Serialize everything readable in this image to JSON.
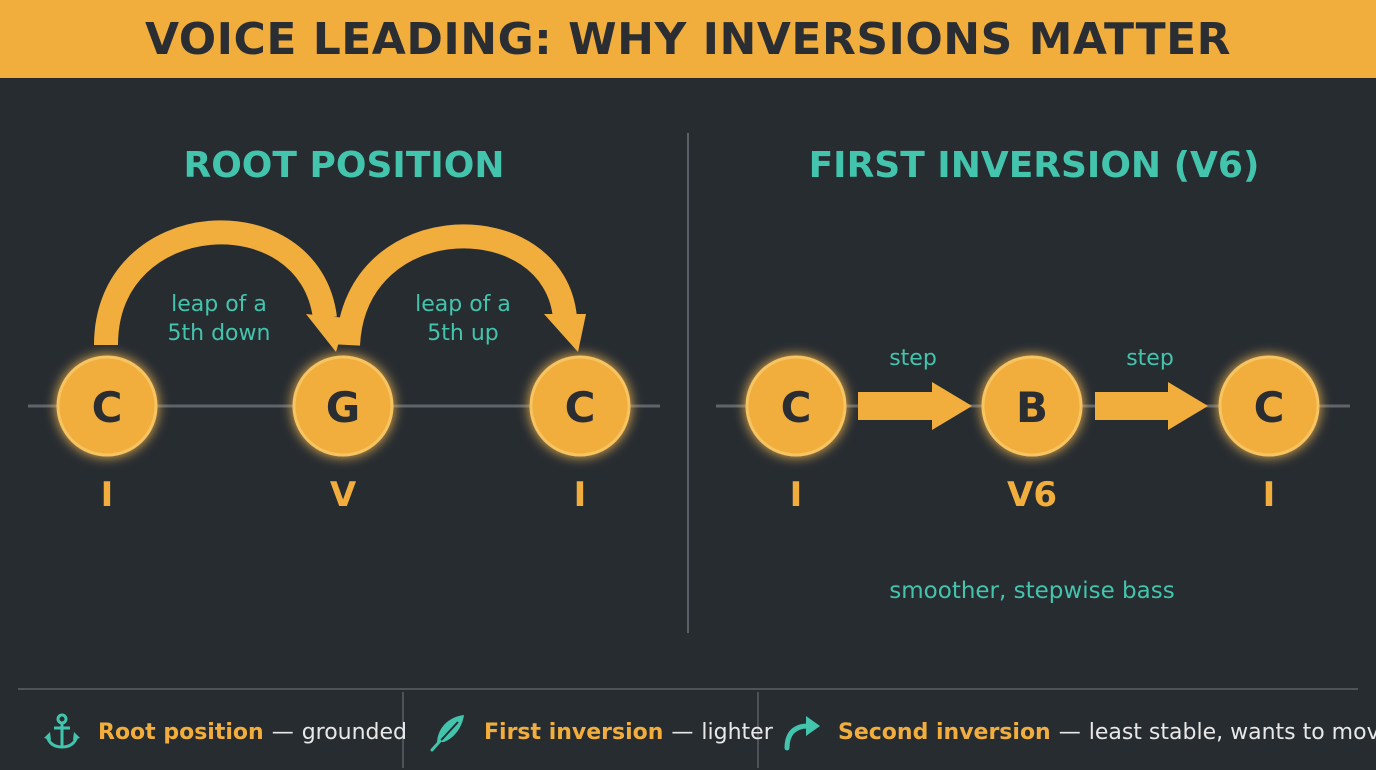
{
  "header": {
    "title": "VOICE LEADING: WHY INVERSIONS MATTER"
  },
  "panels": {
    "root": {
      "title": "ROOT POSITION",
      "nodes": [
        {
          "note": "C",
          "numeral": "I"
        },
        {
          "note": "G",
          "numeral": "V"
        },
        {
          "note": "C",
          "numeral": "I"
        }
      ],
      "leaps": [
        {
          "line1": "leap of a",
          "line2": "5th down"
        },
        {
          "line1": "leap of a",
          "line2": "5th up"
        }
      ]
    },
    "first": {
      "title": "FIRST INVERSION (V6)",
      "nodes": [
        {
          "note": "C",
          "numeral": "I"
        },
        {
          "note": "B",
          "numeral": "V6"
        },
        {
          "note": "C",
          "numeral": "I"
        }
      ],
      "steps": [
        "step",
        "step"
      ],
      "caption": "smoother, stepwise bass"
    }
  },
  "legend": [
    {
      "icon": "anchor-icon",
      "key": "Root position",
      "dash": "—",
      "desc": "grounded"
    },
    {
      "icon": "feather-icon",
      "key": "First inversion",
      "dash": "—",
      "desc": "lighter"
    },
    {
      "icon": "curved-arrow-icon",
      "key": "Second inversion",
      "dash": "—",
      "desc": "least stable, wants to move"
    }
  ],
  "colors": {
    "accent": "#f2ae3d",
    "teal": "#43c4ad",
    "background": "#272c31",
    "text_dark": "#2a2e33"
  }
}
